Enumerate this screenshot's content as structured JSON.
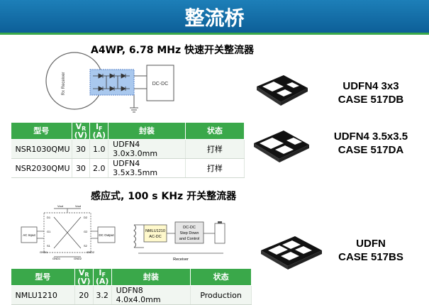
{
  "page_title": "整流桥",
  "section1": {
    "heading": "A4WP, 6.78 MHz 快速开关整流器",
    "diagram": {
      "rx_label": "Rx Receiver",
      "dcdc_label": "DC-DC"
    },
    "table": {
      "headers": {
        "model": "型号",
        "vr": "V",
        "vr_sub": "R",
        "vr_unit": "(V)",
        "if": "I",
        "if_sub": "F",
        "if_unit": "(A)",
        "package": "封装",
        "status": "状态"
      },
      "rows": [
        {
          "model": "NSR1030QMU",
          "vr": "30",
          "if": "1.0",
          "package": "UDFN4 3.0x3.0mm",
          "status": "打样"
        },
        {
          "model": "NSR2030QMU",
          "vr": "30",
          "if": "2.0",
          "package": "UDFN4 3.5x3.5mm",
          "status": "打样"
        }
      ]
    }
  },
  "section2": {
    "heading": "感应式, 100 s KHz 开关整流器",
    "diagram": {
      "ac_input": "AC Input",
      "dc_output": "DC Output",
      "chip_line1": "NMLU1210",
      "chip_line2": "AC-DC",
      "dcdc_line1": "DC-DC",
      "dcdc_line2": "Step Down",
      "dcdc_line3": "and Control",
      "receiver": "Receiver",
      "pins": [
        "GND1",
        "GND2",
        "GND1",
        "GND2",
        "D1",
        "D2",
        "S1",
        "S2",
        "G1",
        "G2",
        "Vout",
        "Vout"
      ]
    },
    "table": {
      "headers": {
        "model": "型号",
        "vr": "V",
        "vr_sub": "R",
        "vr_unit": "(V)",
        "if": "I",
        "if_sub": "F",
        "if_unit": "(A)",
        "package": "封装",
        "status": "状态"
      },
      "rows": [
        {
          "model": "NMLU1210",
          "vr": "20",
          "if": "3.2",
          "package": "UDFN8 4.0x4.0mm",
          "status": "Production"
        }
      ]
    }
  },
  "packages": [
    {
      "line1": "UDFN4 3x3",
      "line2": "CASE 517DB"
    },
    {
      "line1": "UDFN4 3.5x3.5",
      "line2": "CASE 517DA"
    },
    {
      "line1": "UDFN",
      "line2": "CASE 517BS"
    }
  ],
  "colors": {
    "title_bar": "#1470ad",
    "accent_green": "#3aa84a",
    "highlight_blue": "#a9c8ee"
  }
}
